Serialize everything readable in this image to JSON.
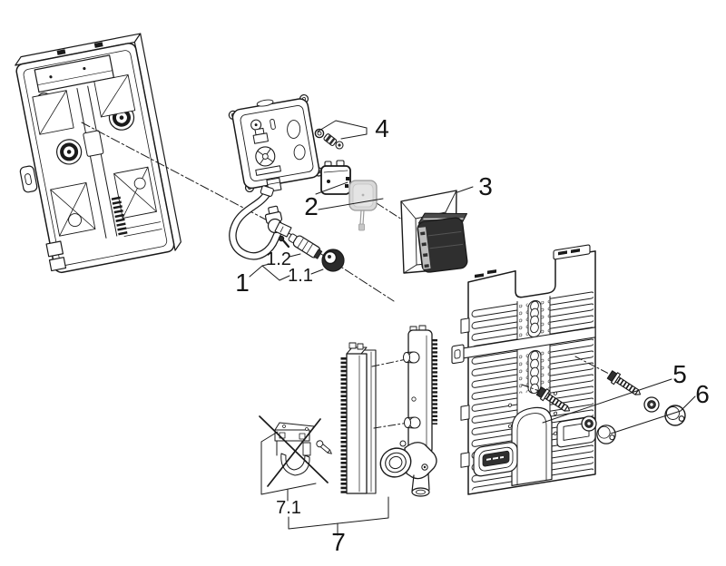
{
  "diagram": {
    "background_color": "#ffffff",
    "line_color": "#1a1a1a",
    "dark_part_color": "#2f2f2f",
    "cover_gray_color": "#d9d9d9",
    "callouts": {
      "n1": "1",
      "n1_1": "1.1",
      "n1_2": "1.2",
      "n2": "2",
      "n3": "3",
      "n4": "4",
      "n5": "5",
      "n6": "6",
      "n7": "7",
      "n7_1": "7.1"
    }
  }
}
